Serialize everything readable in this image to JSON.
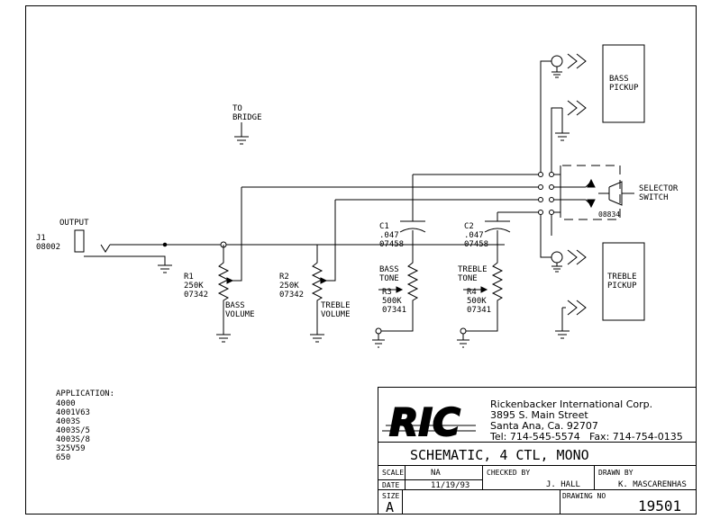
{
  "labels": {
    "to_bridge": [
      "TO",
      "BRIDGE"
    ],
    "output": "OUTPUT",
    "j1": [
      "J1",
      "08002"
    ],
    "r1": [
      "R1",
      "250K",
      "07342"
    ],
    "r1_name": [
      "BASS",
      "VOLUME"
    ],
    "r2": [
      "R2",
      "250K",
      "07342"
    ],
    "r2_name": [
      "TREBLE",
      "VOLUME"
    ],
    "c1": [
      "C1",
      ".047",
      "07458"
    ],
    "c2": [
      "C2",
      ".047",
      "07458"
    ],
    "r3_name": [
      "BASS",
      "TONE"
    ],
    "r3": [
      "R3",
      "500K",
      "07341"
    ],
    "r4_name": [
      "TREBLE",
      "TONE"
    ],
    "r4": [
      "R4",
      "500K",
      "07341"
    ],
    "bass_pickup": [
      "BASS",
      "PICKUP"
    ],
    "treble_pickup": [
      "TREBLE",
      "PICKUP"
    ],
    "selector": [
      "SELECTOR",
      "SWITCH"
    ],
    "switch_part": "08834"
  },
  "application": {
    "heading": "APPLICATION:",
    "models": [
      "4000",
      "4001V63",
      "4003S",
      "4003S/5",
      "4003S/8",
      "325V59",
      "650"
    ]
  },
  "title_block": {
    "logo": "RIC",
    "company": "Rickenbacker International Corp.",
    "street": "3895 S. Main Street",
    "city": "Santa Ana, Ca. 92707",
    "phone": "Tel: 714-545-5574",
    "fax": "Fax: 714-754-0135",
    "drawing_title": "SCHEMATIC, 4 CTL, MONO",
    "scale_label": "SCALE",
    "scale_value": "NA",
    "date_label": "DATE",
    "date_value": "11/19/93",
    "checked_label": "CHECKED BY",
    "checked_value": "J. HALL",
    "drawn_label": "DRAWN BY",
    "drawn_value": "K. MASCARENHAS",
    "size_label": "SIZE",
    "size_value": "A",
    "drawing_no_label": "DRAWING NO",
    "drawing_no_value": "19501"
  }
}
